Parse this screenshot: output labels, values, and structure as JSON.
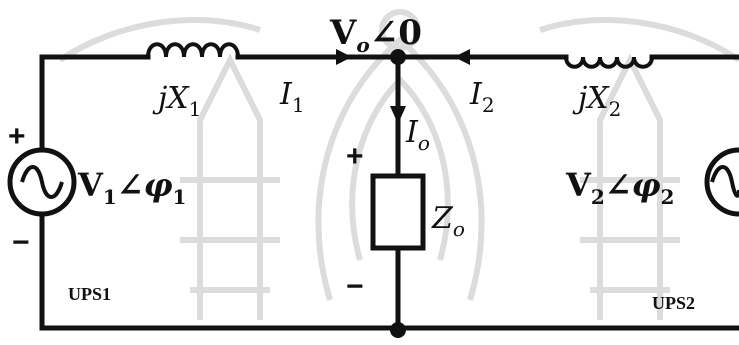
{
  "diagram": {
    "node_top": {
      "main": "V",
      "sub": "o",
      "angle": "∠0"
    },
    "inductor1": {
      "prefix": "jX",
      "sub": "1"
    },
    "inductor2": {
      "prefix": "jX",
      "sub": "2"
    },
    "current1": {
      "main": "I",
      "sub": "1"
    },
    "current2": {
      "main": "I",
      "sub": "2"
    },
    "current_o": {
      "main": "I",
      "sub": "o"
    },
    "load": {
      "main": "Z",
      "sub": "o"
    },
    "source1": {
      "main": "V",
      "sub": "1",
      "angle": "∠φ",
      "angle_sub": "1"
    },
    "source2": {
      "main": "V",
      "sub": "2",
      "angle": "∠φ",
      "angle_sub": "2"
    },
    "ups1_label": "UPS1",
    "ups2_label": "UPS2",
    "plus": "+",
    "minus": "−"
  },
  "colors": {
    "ink": "#111111",
    "watermark": "#d9d9d9"
  }
}
